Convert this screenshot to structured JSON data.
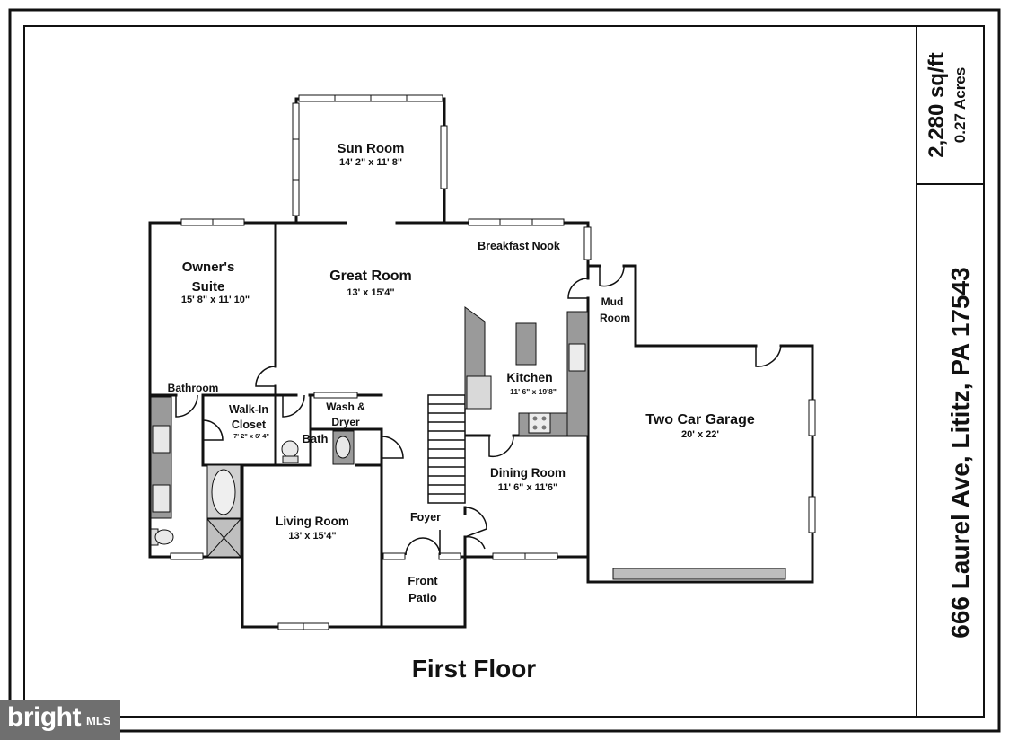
{
  "floor_title": "First Floor",
  "side_panel": {
    "sqft": "2,280 sq/ft",
    "acres": "0.27 Acres",
    "address": "666 Laurel Ave, Lititz, PA 17543"
  },
  "rooms": {
    "sun_room": {
      "name": "Sun Room",
      "dim": "14' 2\" x 11' 8\""
    },
    "owners_suite": {
      "name1": "Owner's",
      "name2": "Suite",
      "dim": "15' 8\" x 11' 10\""
    },
    "great_room": {
      "name": "Great Room",
      "dim": "13' x 15'4\""
    },
    "breakfast_nook": {
      "name": "Breakfast Nook"
    },
    "mud_room": {
      "name1": "Mud",
      "name2": "Room"
    },
    "kitchen": {
      "name": "Kitchen",
      "dim": "11' 6\" x 19'8\""
    },
    "bathroom": {
      "name": "Bathroom"
    },
    "walk_in_closet": {
      "name1": "Walk-In",
      "name2": "Closet",
      "dim": "7' 2\" x 6' 4\""
    },
    "wash_dryer": {
      "name1": "Wash &",
      "name2": "Dryer"
    },
    "bath": {
      "name": "Bath"
    },
    "two_car_garage": {
      "name": "Two Car Garage",
      "dim": "20' x 22'"
    },
    "dining_room": {
      "name": "Dining Room",
      "dim": "11' 6\" x 11'6\""
    },
    "living_room": {
      "name": "Living Room",
      "dim": "13' x 15'4\""
    },
    "foyer": {
      "name": "Foyer"
    },
    "front_patio": {
      "name1": "Front",
      "name2": "Patio"
    }
  },
  "watermark": {
    "brand": "bright",
    "suffix": "MLS"
  }
}
